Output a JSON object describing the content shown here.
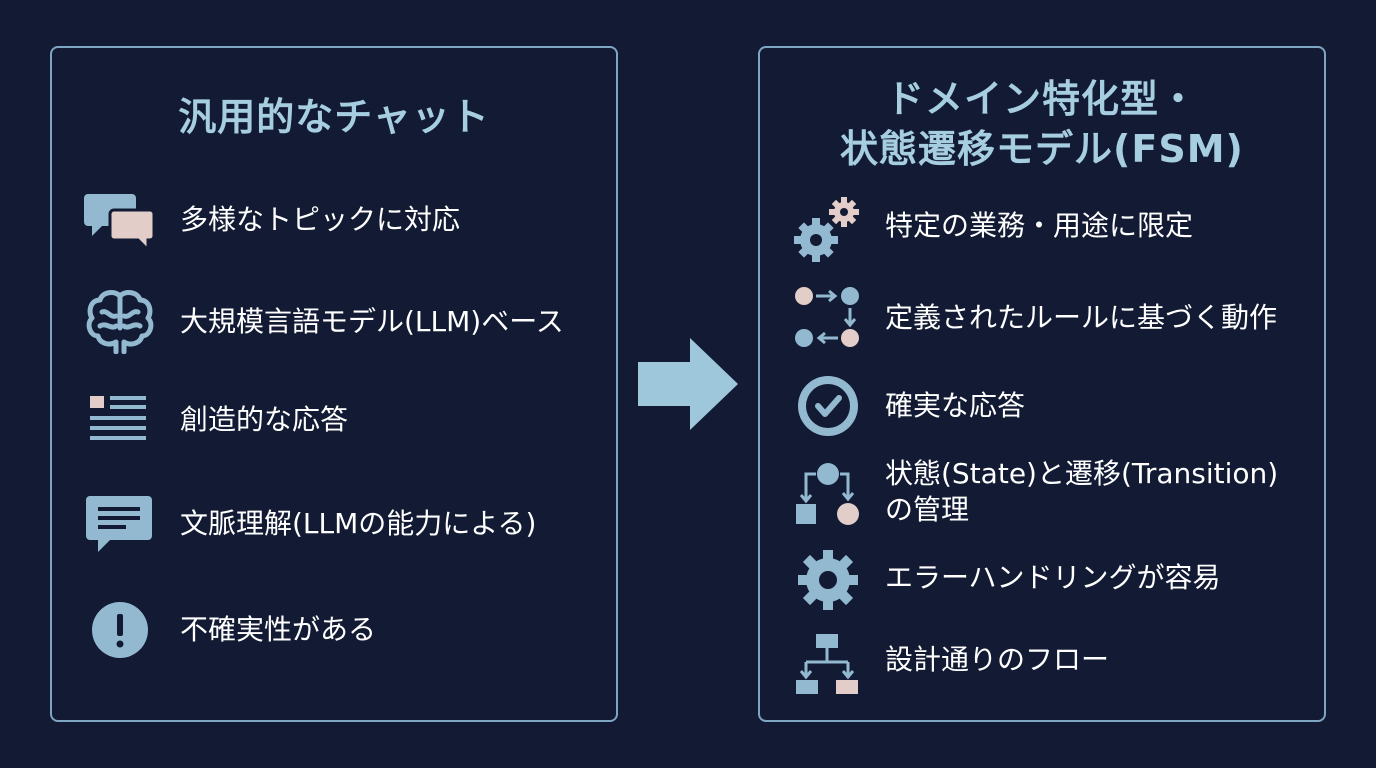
{
  "left": {
    "title": "汎用的なチャット",
    "items": [
      {
        "icon": "chat-bubbles-icon",
        "label": "多様なトピックに対応"
      },
      {
        "icon": "brain-icon",
        "label": "大規模言語モデル(LLM)ベース"
      },
      {
        "icon": "text-lines-icon",
        "label": "創造的な応答"
      },
      {
        "icon": "message-icon",
        "label": "文脈理解(LLMの能力による)"
      },
      {
        "icon": "exclamation-icon",
        "label": "不確実性がある"
      }
    ]
  },
  "right": {
    "title_line1": "ドメイン特化型・",
    "title_line2": "状態遷移モデル(FSM)",
    "items": [
      {
        "icon": "gears-icon",
        "label": "特定の業務・用途に限定"
      },
      {
        "icon": "flow-nodes-icon",
        "label": "定義されたルールに基づく動作"
      },
      {
        "icon": "check-circle-icon",
        "label": "確実な応答"
      },
      {
        "icon": "state-transition-icon",
        "label_line1": "状態(State)と遷移(Transition)",
        "label_line2": "の管理"
      },
      {
        "icon": "gear-icon",
        "label": "エラーハンドリングが容易"
      },
      {
        "icon": "flowchart-icon",
        "label": "設計通りのフロー"
      }
    ]
  },
  "colors": {
    "background": "#121b33",
    "border": "#7fa6c1",
    "title": "#a6cde0",
    "icon_blue": "#93b9d0",
    "icon_pink": "#e3cdc8",
    "arrow": "#9fc7dc"
  }
}
